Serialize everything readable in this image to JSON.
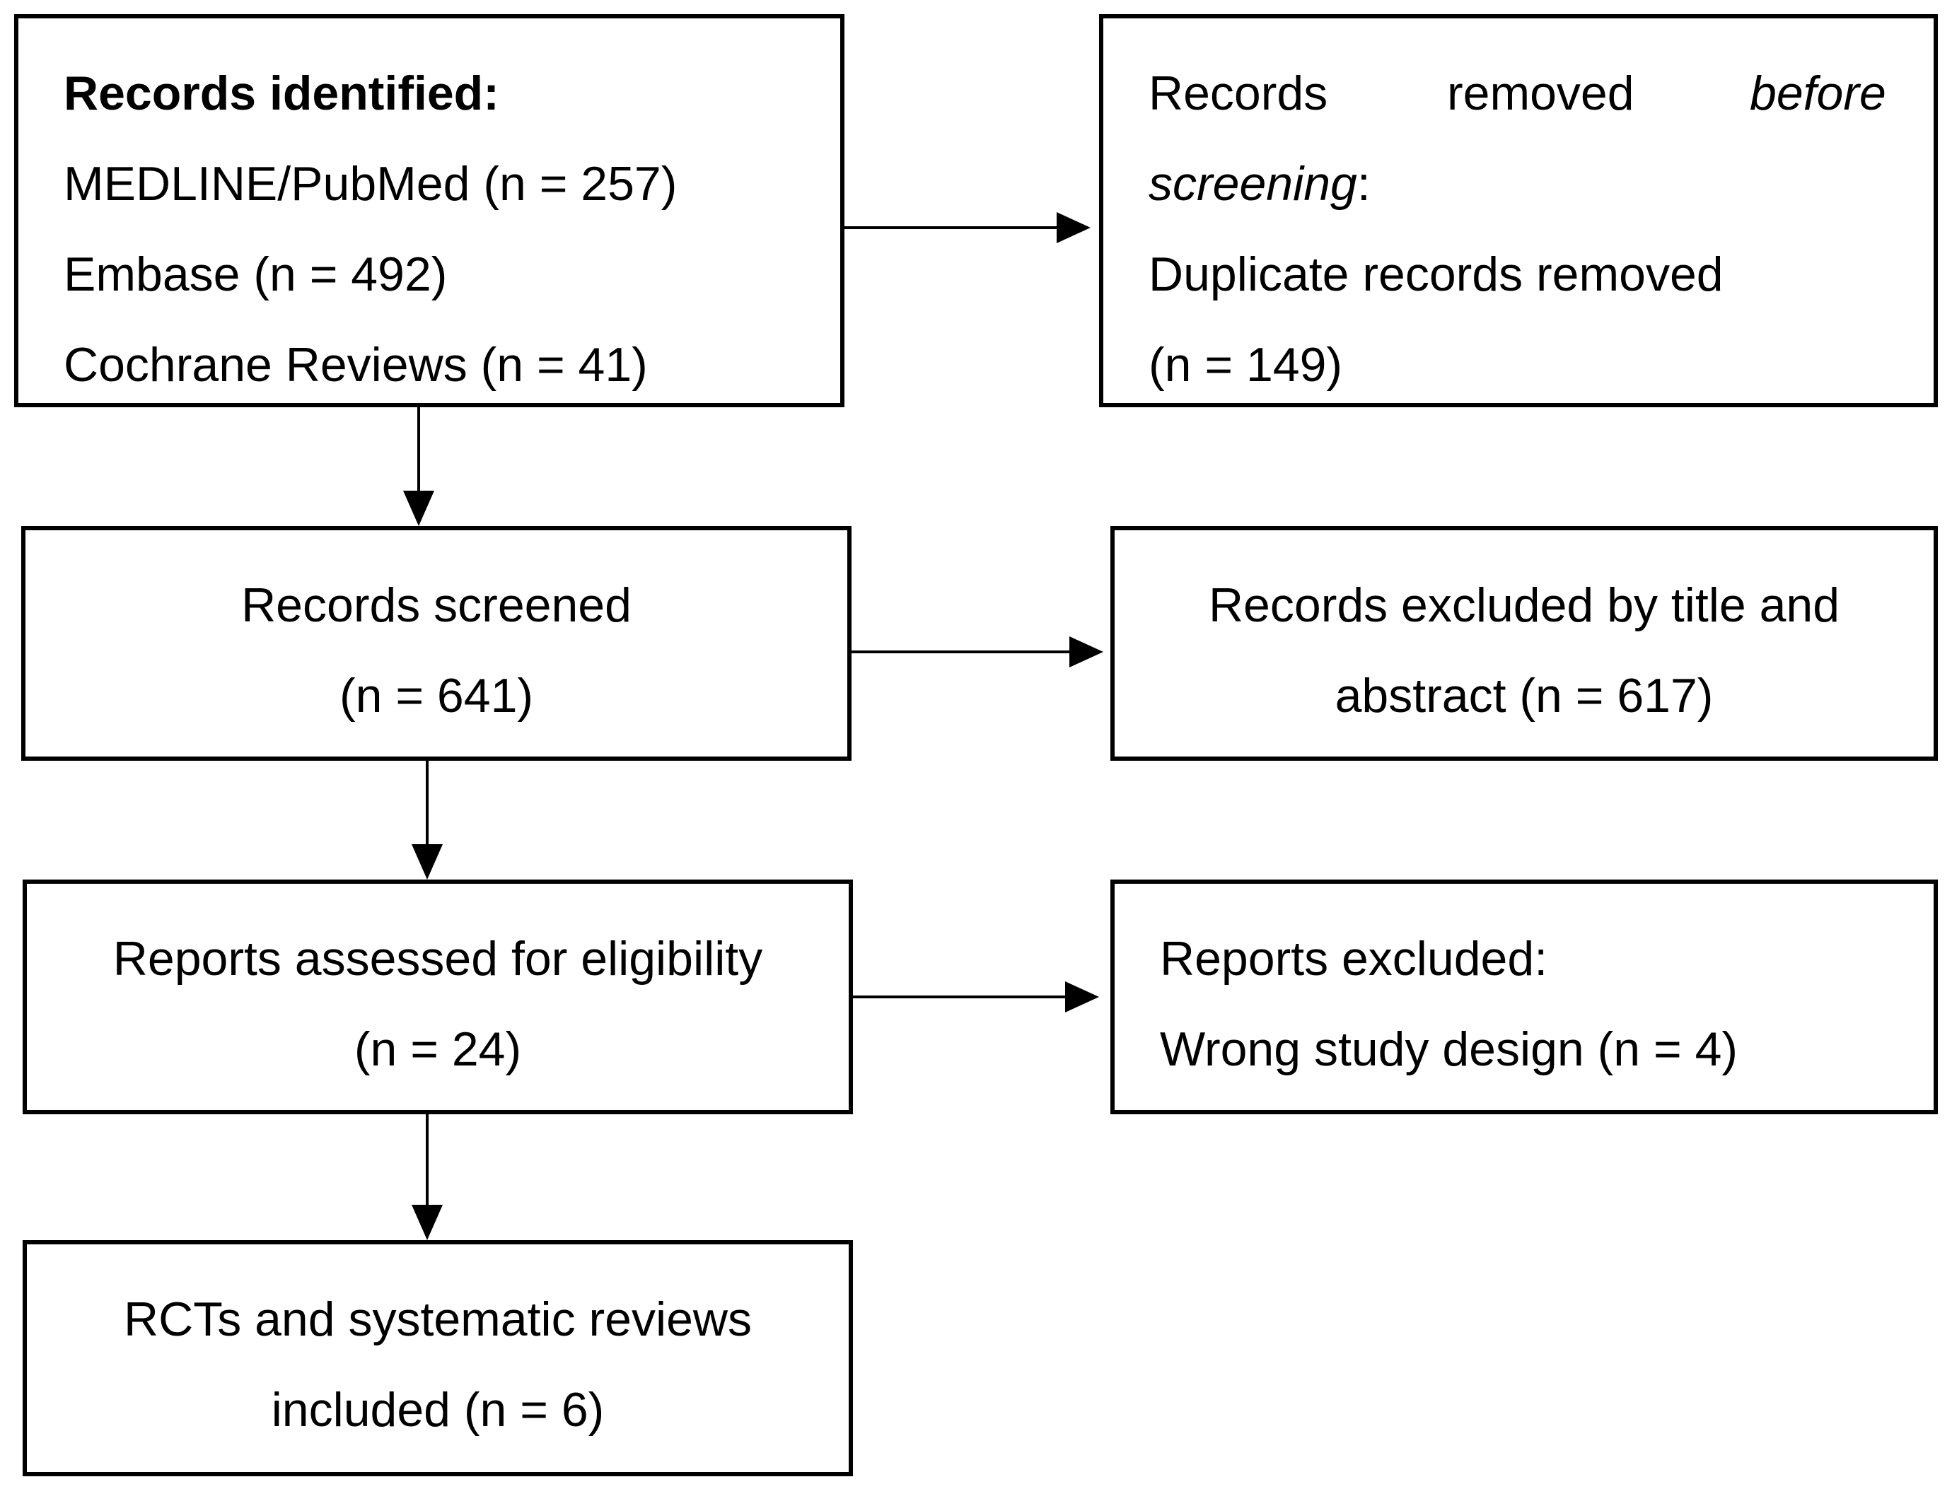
{
  "identification": {
    "heading": "Records identified:",
    "sources": [
      "MEDLINE/PubMed (n = 257)",
      "Embase (n = 492)",
      "Cochrane Reviews (n = 41)"
    ]
  },
  "removed_before_screening": {
    "word1": "Records",
    "word2": "removed",
    "word3": "before",
    "word4": "screening",
    "colon": ":",
    "detail": "Duplicate records removed",
    "count": "(n = 149)"
  },
  "screened": {
    "line1": "Records screened",
    "line2": "(n = 641)"
  },
  "excluded_title_abstract": {
    "line1": "Records excluded by title and",
    "line2": "abstract (n = 617)"
  },
  "assessed": {
    "line1": "Reports assessed for eligibility",
    "line2": "(n = 24)"
  },
  "reports_excluded": {
    "line1": "Reports excluded:",
    "line2": "Wrong study design (n = 4)"
  },
  "included": {
    "line1": "RCTs and systematic reviews",
    "line2": "included (n = 6)"
  }
}
